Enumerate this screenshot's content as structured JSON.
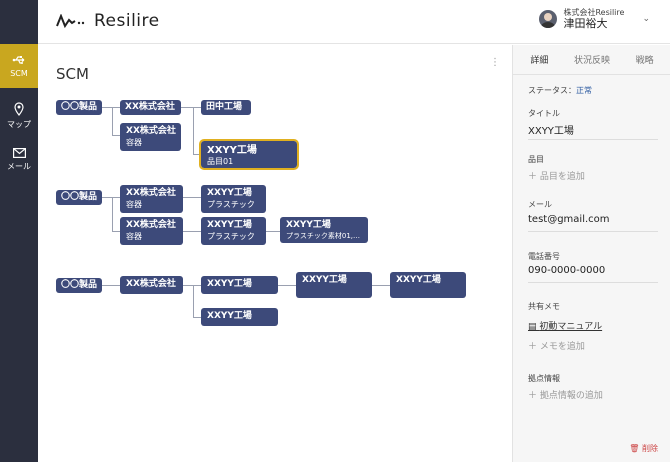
{
  "sidebar": {
    "items": [
      {
        "label": "SCM",
        "icon": "usb-icon"
      },
      {
        "label": "マップ",
        "icon": "map-pin-icon"
      },
      {
        "label": "メール",
        "icon": "mail-icon"
      }
    ]
  },
  "header": {
    "logo_text": "Resilire",
    "user_company": "株式会社Resilire",
    "user_name": "津田裕大"
  },
  "main": {
    "title": "SCM",
    "chains": [
      {
        "product": "〇〇製品",
        "company": "XX株式会社",
        "factory": "田中工場",
        "company2": "XX株式会社",
        "company2_sub": "容器",
        "selected": "XXYY工場",
        "selected_sub": "品目01"
      },
      {
        "product": "〇〇製品",
        "company": "XX株式会社",
        "company_sub": "容器",
        "company2": "XX株式会社",
        "company2_sub": "容器",
        "factory": "XXYY工場",
        "factory_sub": "プラスチック",
        "factory2": "XXYY工場",
        "factory2_sub": "プラスチック",
        "factory3": "XXYY工場",
        "factory3_sub": "プラスチック素材01,素材..."
      },
      {
        "product": "〇〇製品",
        "company": "XX株式会社",
        "factory": "XXYY工場",
        "factory_b": "XXYY工場",
        "factory2": "XXYY工場",
        "factory3": "XXYY工場"
      }
    ]
  },
  "panel": {
    "tabs": [
      "詳細",
      "状況反映",
      "戦略"
    ],
    "status_label": "ステータス：",
    "status_value": "正常",
    "title_label": "タイトル",
    "title_value": "XXYY工場",
    "item_label": "品目",
    "item_add": "品目を追加",
    "mail_label": "メール",
    "mail_value": "test@gmail.com",
    "phone_label": "電話番号",
    "phone_value": "090-0000-0000",
    "memo_label": "共有メモ",
    "memo_link": "初動マニュアル",
    "memo_add": "メモを追加",
    "base_label": "拠点情報",
    "base_add": "拠点情報の追加",
    "delete_label": "削除"
  },
  "colors": {
    "sidebar": "#2b2f3e",
    "accent": "#c9a71f",
    "node": "#3d4a7a",
    "status": "#2c5aa0"
  }
}
